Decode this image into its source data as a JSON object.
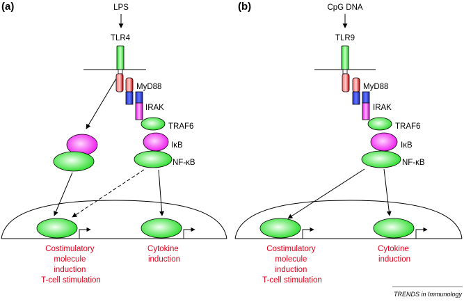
{
  "colors": {
    "green_light": "#f2fff2",
    "green": "#22dd22",
    "magenta_light": "#ffd6ff",
    "magenta": "#ee11ee",
    "red": "#e2001a",
    "blue": "#1a2bd6",
    "text_red": "#e2001a"
  },
  "panel_a": {
    "letter": "(a)",
    "ligand": "LPS",
    "receptor": "TLR4",
    "myd88": "MyD88",
    "irak": "IRAK",
    "traf6": "TRAF6",
    "ikb": "IκB",
    "nfkb": "NF-κB",
    "output_left": [
      "Costimulatory",
      "molecule",
      "induction",
      "T-cell stimulation"
    ],
    "output_right": [
      "Cytokine",
      "induction"
    ]
  },
  "panel_b": {
    "letter": "(b)",
    "ligand": "CpG DNA",
    "receptor": "TLR9",
    "myd88": "MyD88",
    "irak": "IRAK",
    "traf6": "TRAF6",
    "ikb": "IκB",
    "nfkb": "NF-κB",
    "output_left": [
      "Costimulatory",
      "molecule",
      "induction",
      "T-cell stimulation"
    ],
    "output_right": [
      "Cytokine",
      "induction"
    ]
  },
  "footer": "TRENDS in Immunology"
}
